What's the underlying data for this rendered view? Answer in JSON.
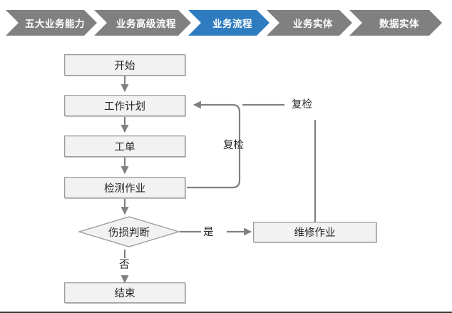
{
  "breadcrumb": {
    "items": [
      {
        "label": "五大业务能力",
        "state": "inactive",
        "color": "#808080"
      },
      {
        "label": "业务高级流程",
        "state": "inactive",
        "color": "#808080"
      },
      {
        "label": "业务流程",
        "state": "active",
        "color": "#2e7cbf"
      },
      {
        "label": "业务实体",
        "state": "inactive",
        "color": "#808080"
      },
      {
        "label": "数据实体",
        "state": "inactive",
        "color": "#808080"
      }
    ]
  },
  "flowchart": {
    "nodes": [
      {
        "id": "start",
        "label": "开始",
        "shape": "rect"
      },
      {
        "id": "work-plan",
        "label": "工作计划",
        "shape": "rect"
      },
      {
        "id": "work-order",
        "label": "工单",
        "shape": "rect"
      },
      {
        "id": "inspection-task",
        "label": "检测作业",
        "shape": "rect"
      },
      {
        "id": "damage-decision",
        "label": "伤损判断",
        "shape": "diamond"
      },
      {
        "id": "repair-task",
        "label": "维修作业",
        "shape": "rect"
      },
      {
        "id": "end",
        "label": "结束",
        "shape": "rect"
      }
    ],
    "edge_labels": [
      {
        "id": "recheck-inner",
        "label": "复检"
      },
      {
        "id": "recheck-outer",
        "label": "复检"
      },
      {
        "id": "yes",
        "label": "是"
      },
      {
        "id": "no",
        "label": "否"
      }
    ],
    "colors": {
      "node_fill": "#f2f2f2",
      "node_border": "#9c9c9c",
      "connector": "#808080",
      "text": "#262626"
    }
  }
}
